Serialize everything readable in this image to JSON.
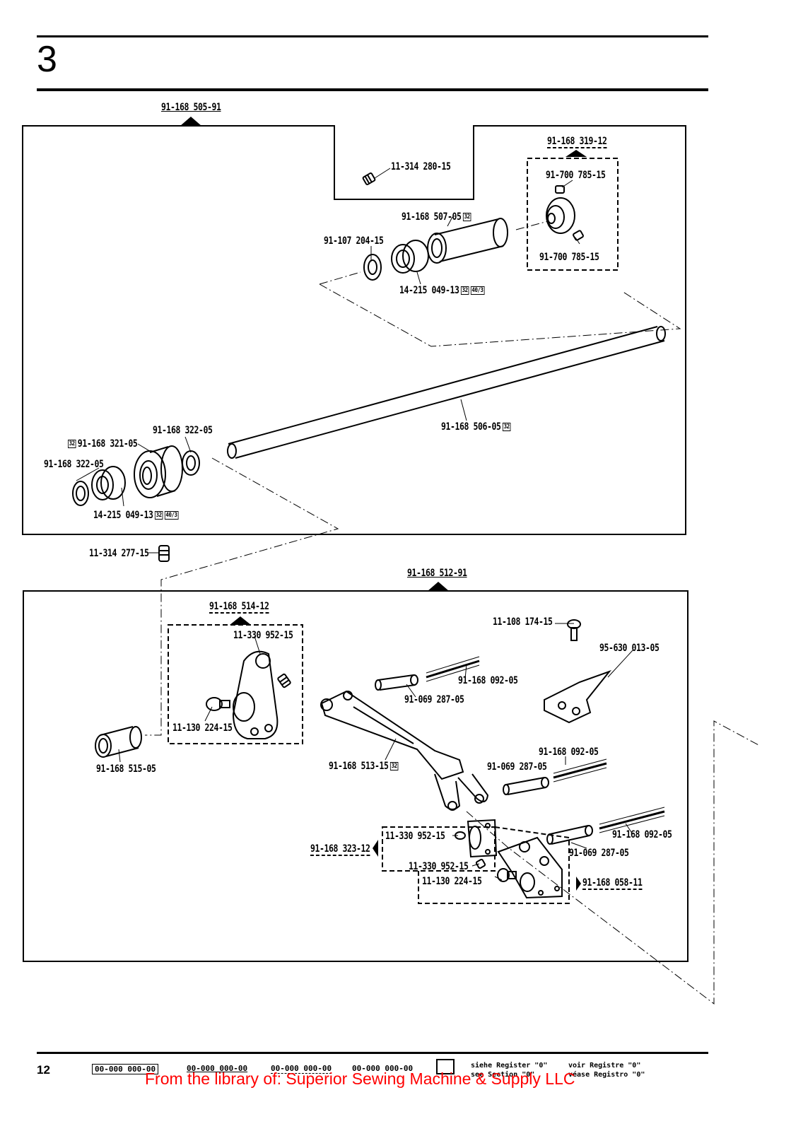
{
  "page": {
    "section": "3",
    "page_number": "12",
    "watermark": "From the library of: Superior Sewing Machine & Supply LLC"
  },
  "upper_assembly": {
    "assembly_number": "91-168 505-91",
    "subassembly_number": "91-168 319-12",
    "parts": {
      "screw_top": "11-314 280-15",
      "collar_screw_a": "91-700 785-15",
      "collar_screw_b": "91-700 785-15",
      "bushing": "91-168 507-05",
      "washer_top": "91-107 204-15",
      "needle_bearing_top": "14-215 049-13",
      "shaft": "91-168 506-05",
      "washer_left_upper": "91-168 322-05",
      "bushing_left": "91-168 321-05",
      "washer_left_lower": "91-168 322-05",
      "needle_bearing_left": "14-215 049-13",
      "set_screw_outside": "11-314 277-15"
    }
  },
  "lower_assembly": {
    "assembly_number": "91-168 512-91",
    "subassembly_crank": "91-168 514-12",
    "subassembly_left": "91-168 323-12",
    "subassembly_right": "91-168 058-11",
    "parts": {
      "crank_screw": "11-330 952-15",
      "crank_clamp_screw": "11-130 224-15",
      "sleeve": "91-168 515-05",
      "screw_top_right": "11-108 174-15",
      "bracket": "95-630 013-05",
      "spring_1": "91-168 092-05",
      "pin_1": "91-069 287-05",
      "lever": "91-168 513-15",
      "spring_2": "91-168 092-05",
      "pin_2": "91-069 287-05",
      "spring_3": "91-168 092-05",
      "pin_3": "91-069 287-05",
      "screw_left_sub": "11-330 952-15",
      "screw_right_sub": "11-330 952-15",
      "clamp_screw_right_sub": "11-130 224-15"
    }
  },
  "tags": {
    "t32": "32",
    "t40": "40/3"
  },
  "footer": {
    "legend_1": "00-000 000-00",
    "legend_2": "00-000 000-00",
    "legend_3": "00-000 000-00",
    "legend_4": "00-000 000-00",
    "note_de": "siehe Register \"0\"",
    "note_en": "see Section \"0\"",
    "note_fr": "voir Registre \"0\"",
    "note_es": "véase Registro \"0\""
  }
}
